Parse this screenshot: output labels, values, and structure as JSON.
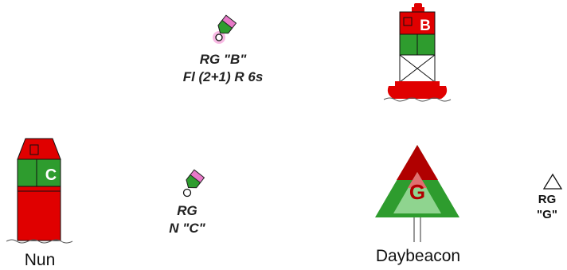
{
  "colors": {
    "red": "#e00000",
    "dark_red": "#b00000",
    "green": "#2e9c2e",
    "light_green": "#8fd48f",
    "pink": "#e879c8",
    "light_pink": "#f5a8dc",
    "white": "#ffffff",
    "black": "#111111"
  },
  "symbols": {
    "light_buoy_chart": {
      "line1": "RG \"B\"",
      "line2": "Fl (2+1) R 6s",
      "icon": "lighted-buoy-symbol"
    },
    "light_buoy_pictorial": {
      "letter": "B",
      "icon": "lighted-junction-buoy"
    },
    "nun_buoy_pictorial": {
      "letter": "C",
      "caption": "Nun",
      "icon": "nun-junction-buoy"
    },
    "nun_buoy_chart": {
      "line1": "RG",
      "line2": "N \"C\"",
      "icon": "nun-buoy-symbol"
    },
    "daybeacon_pictorial": {
      "letter": "G",
      "caption": "Daybeacon",
      "icon": "triangular-daybeacon"
    },
    "daybeacon_chart": {
      "line1": "RG",
      "line2": "\"G\"",
      "icon": "daybeacon-triangle-symbol"
    }
  }
}
